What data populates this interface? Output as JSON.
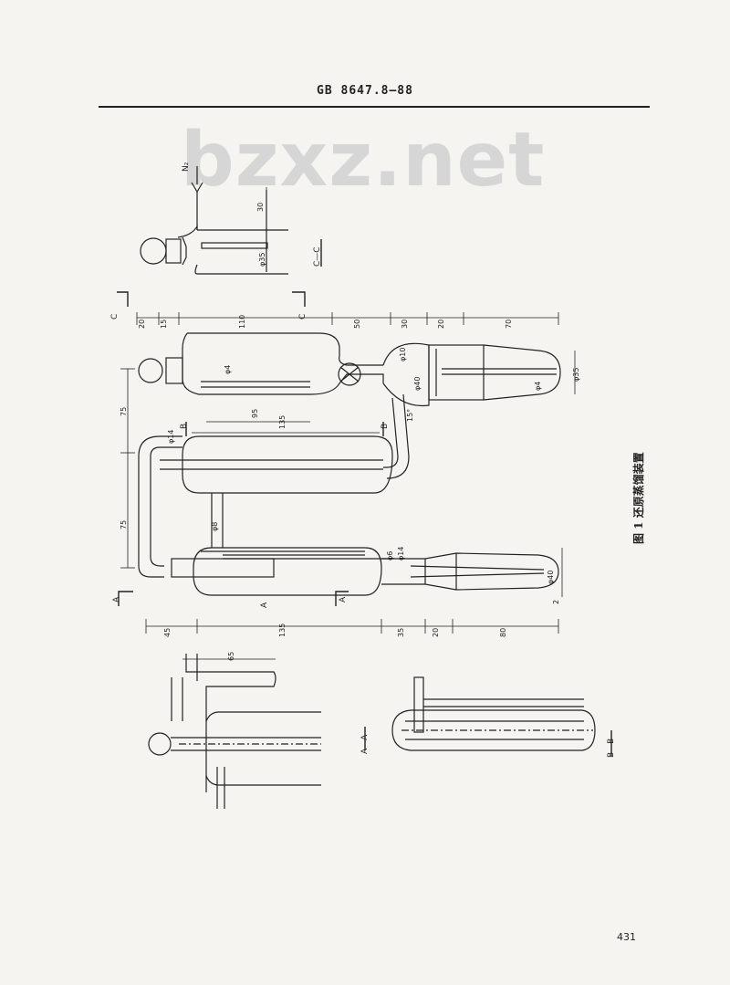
{
  "header": {
    "standard_code": "GB 8647.8—88"
  },
  "watermark": {
    "text": "bzxz.net"
  },
  "figure": {
    "caption": "图 1 还原蒸馏装置",
    "section_cc": "C—C",
    "section_aa": "A—A",
    "section_bb": "B—B",
    "gas_label": "N₂",
    "marks": {
      "A": "A",
      "B": "B",
      "C": "C"
    },
    "dims_cc": {
      "d30": "30",
      "phi35": "φ35"
    },
    "dims_top": {
      "d20": "20",
      "d15": "15",
      "d110": "110",
      "d50": "50",
      "d30": "30",
      "d20b": "20",
      "d70": "70"
    },
    "dims_mid": {
      "d75a": "75",
      "d75b": "75",
      "d95": "95",
      "d135": "135",
      "phi4": "φ4",
      "phi10": "φ10",
      "phi40": "φ40",
      "angle15": "15°",
      "phi35": "φ35",
      "phi4b": "φ4",
      "phi14": "φ14",
      "phi8": "φ8"
    },
    "dims_bottom": {
      "d45": "45",
      "d135": "135",
      "d35": "35",
      "d20": "20",
      "d80": "80",
      "phi6": "φ6",
      "phi14": "φ14",
      "phi40": "φ40",
      "d2": "2"
    },
    "dims_aa": {
      "d65": "65"
    }
  },
  "page": {
    "number": "431"
  }
}
